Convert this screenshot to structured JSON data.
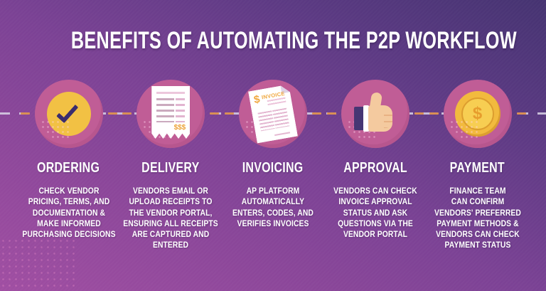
{
  "title": "BENEFITS OF AUTOMATING THE P2P WORKFLOW",
  "colors": {
    "background_bottom_left": "#a04ea2",
    "background_top_right": "#453371",
    "circle_pink": "#c05d96",
    "accent_yellow": "#f2c144",
    "accent_orange": "#eda439",
    "check_indigo": "#3a2d6e",
    "text": "#ffffff"
  },
  "steps": [
    {
      "id": "ordering",
      "icon": "check-icon",
      "title": "ORDERING",
      "description": "CHECK VENDOR\nPRICING, TERMS, AND\nDOCUMENTATION &\nMAKE INFORMED\nPURCHASING DECISIONS"
    },
    {
      "id": "delivery",
      "icon": "receipt-icon",
      "title": "DELIVERY",
      "description": "VENDORS EMAIL OR\nUPLOAD RECEIPTS TO\nTHE VENDOR PORTAL,\nENSURING ALL RECEIPTS\nARE CAPTURED AND\nENTERED",
      "receipt_money": "$$$"
    },
    {
      "id": "invoicing",
      "icon": "invoice-icon",
      "title": "INVOICING",
      "description": "AP PLATFORM\nAUTOMATICALLY\nENTERS, CODES, AND\nVERIFIES INVOICES",
      "invoice_dollar": "$",
      "invoice_label": "INVOICE"
    },
    {
      "id": "approval",
      "icon": "thumbs-up-icon",
      "title": "APPROVAL",
      "description": "VENDORS CAN CHECK\nINVOICE APPROVAL\nSTATUS AND ASK\nQUESTIONS VIA THE\nVENDOR PORTAL"
    },
    {
      "id": "payment",
      "icon": "coin-icon",
      "title": "PAYMENT",
      "description": "FINANCE TEAM\nCAN CONFIRM\nVENDORS' PREFERRED\nPAYMENT METHODS &\nVENDORS CAN CHECK\nPAYMENT STATUS",
      "coin_symbol": "$"
    }
  ]
}
